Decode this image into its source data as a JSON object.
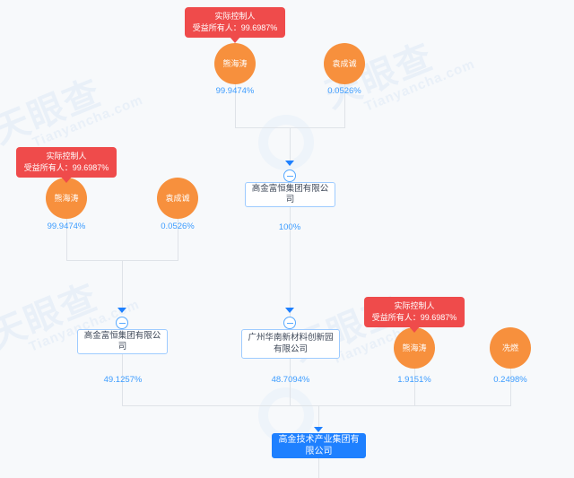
{
  "diagram": {
    "type": "ownership-structure-tree",
    "watermark": {
      "cn": "天眼查",
      "en": "Tianyancha.com"
    },
    "badges": [
      {
        "id": "badge-top",
        "line1": "实际控制人",
        "line2": "受益所有人：99.6987%"
      },
      {
        "id": "badge-mid-left",
        "line1": "实际控制人",
        "line2": "受益所有人：99.6987%"
      },
      {
        "id": "badge-mid-right",
        "line1": "实际控制人",
        "line2": "受益所有人：99.6987%"
      }
    ],
    "persons": [
      {
        "id": "person-xionghaitao-top",
        "name": "熊海涛",
        "percent": "99.9474%"
      },
      {
        "id": "person-yuanchengcheng-top",
        "name": "袁成诚",
        "percent": "0.0526%"
      },
      {
        "id": "person-xionghaitao-mid",
        "name": "熊海涛",
        "percent": "99.9474%"
      },
      {
        "id": "person-yuanchengcheng-mid",
        "name": "袁成诚",
        "percent": "0.0526%"
      },
      {
        "id": "person-xionghaitao-low",
        "name": "熊海涛",
        "percent": "1.9151%"
      },
      {
        "id": "person-xianran",
        "name": "冼燃",
        "percent": "0.2498%"
      }
    ],
    "companies": [
      {
        "id": "company-gaojinfuheng-upper",
        "name": "高金富恒集团有限公司",
        "percent": "100%"
      },
      {
        "id": "company-gaojinfuheng-lower",
        "name": "高金富恒集团有限公司",
        "percent": "49.1257%"
      },
      {
        "id": "company-huanan-park",
        "name": "广州华南新材料创新园有限公司",
        "percent": "48.7094%"
      },
      {
        "id": "company-root",
        "name": "高金技术产业集团有限公司",
        "percent": ""
      }
    ],
    "colors": {
      "person_fill": "#f7903d",
      "badge_fill": "#ef4b4b",
      "accent_blue": "#1e80ff",
      "percent_text": "#3c9cff",
      "box_border": "#9ecbff",
      "line": "#dfe3e8",
      "background": "#f7f9fb"
    }
  }
}
